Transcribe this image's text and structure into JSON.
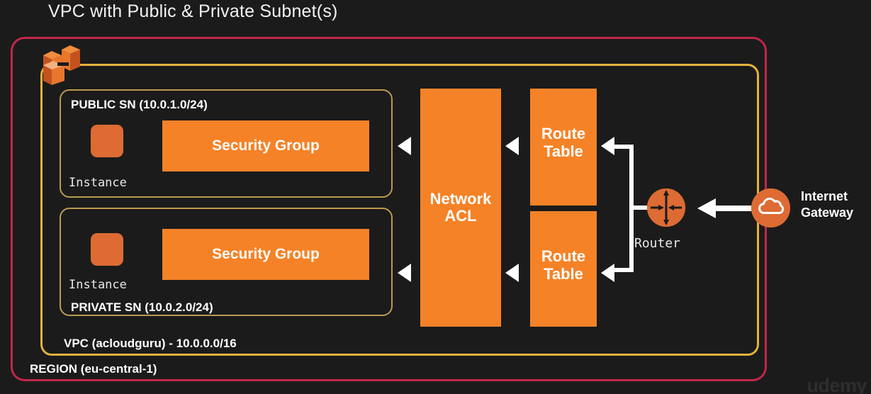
{
  "title": "VPC with Public & Private Subnet(s)",
  "watermark": "udemy",
  "colors": {
    "background": "#1b1b1b",
    "region_border": "#c32649",
    "vpc_border": "#e5b23c",
    "subnet_border": "#bd9a4c",
    "service_box": "#f58227",
    "icon_orange": "#dd6b33",
    "connector": "#ffffff",
    "text": "#ffffff"
  },
  "region": {
    "label": "REGION (eu-central-1)"
  },
  "vpc": {
    "label": "VPC (acloudguru) - 10.0.0.0/16",
    "icon": "aws-vpc-icon"
  },
  "subnets": [
    {
      "id": "public",
      "label": "PUBLIC SN (10.0.1.0/24)",
      "instance_label": "Instance",
      "instance_icon": "instance-icon",
      "security_group_label": "Security Group"
    },
    {
      "id": "private",
      "label": "PRIVATE SN (10.0.2.0/24)",
      "instance_label": "Instance",
      "instance_icon": "instance-icon",
      "security_group_label": "Security Group"
    }
  ],
  "network_acl": {
    "line1": "Network",
    "line2": "ACL"
  },
  "route_tables": [
    {
      "line1": "Route",
      "line2": "Table"
    },
    {
      "line1": "Route",
      "line2": "Table"
    }
  ],
  "router": {
    "label": "Router",
    "icon": "router-icon"
  },
  "internet_gateway": {
    "line1": "Internet",
    "line2": "Gateway",
    "icon": "cloud-icon"
  }
}
